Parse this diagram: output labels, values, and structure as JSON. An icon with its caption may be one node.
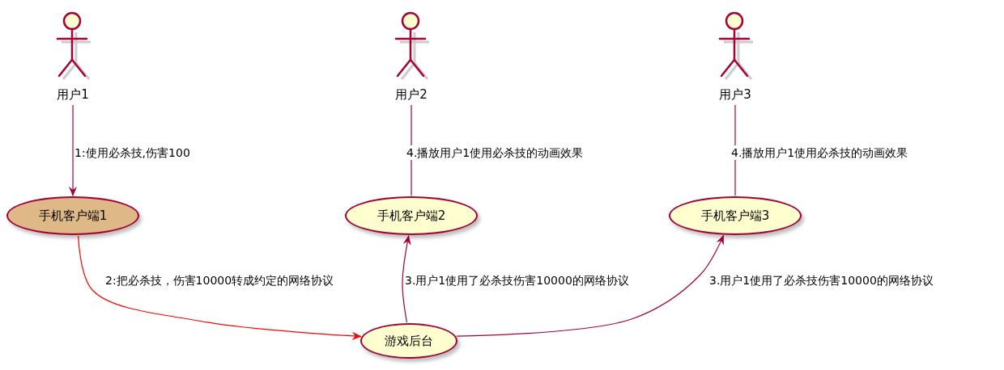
{
  "diagram": {
    "nodes": [
      {
        "text": [
          "用户1"
        ]
      },
      {
        "text": [
          "用户2"
        ]
      },
      {
        "text": [
          "用户3"
        ]
      },
      {
        "text": [
          "手机客户端1"
        ]
      },
      {
        "text": [
          "手机客户端2"
        ]
      },
      {
        "text": [
          "手机客户端3"
        ]
      },
      {
        "text": [
          "游戏后台"
        ]
      }
    ],
    "edges": [
      {
        "from": 0,
        "to": 3,
        "arrow": "to",
        "label": "1:使用必杀技,伤害100"
      },
      {
        "from": 3,
        "to": 6,
        "arrow": "to",
        "label": "2:把必杀技，伤害10000转成约定的网络协议",
        "color": "#ff0000"
      },
      {
        "from": 6,
        "to": 4,
        "arrow": "to",
        "label": "3.用户1使用了必杀技伤害10000的网络协议"
      },
      {
        "from": 6,
        "to": 5,
        "arrow": "to",
        "label": "3.用户1使用了必杀技伤害10000的网络协议"
      },
      {
        "from": 1,
        "to": 4,
        "arrow": "none",
        "label": "4.播放用户1使用必杀技的动画效果"
      },
      {
        "from": 2,
        "to": 5,
        "arrow": "none",
        "label": "4.播放用户1使用必杀技的动画效果"
      }
    ]
  }
}
